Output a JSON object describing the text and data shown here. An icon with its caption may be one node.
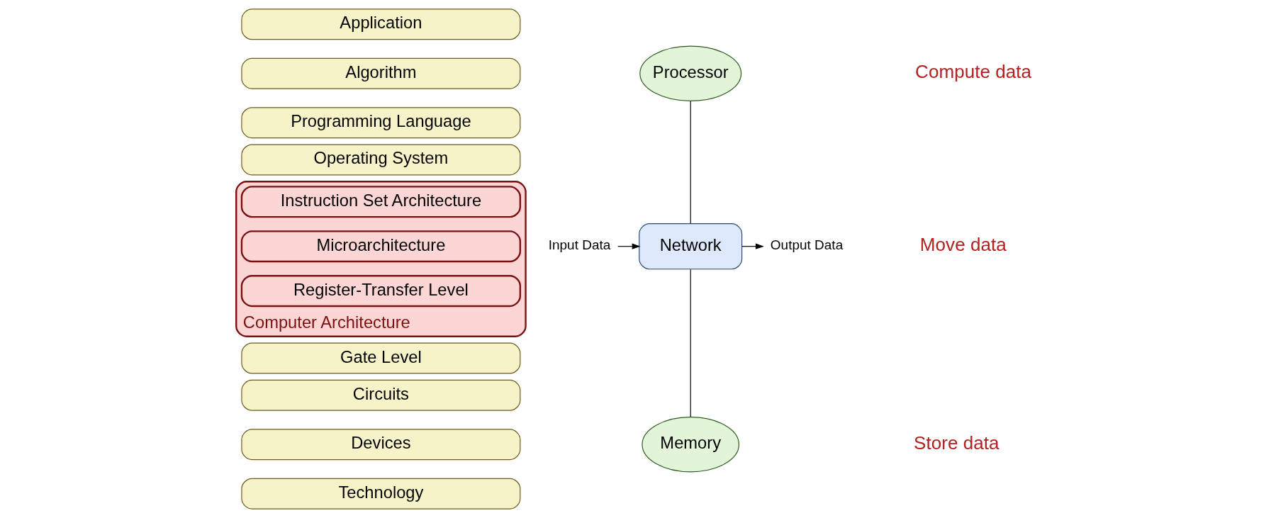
{
  "diagram": {
    "nodes": [
      {
        "text": [
          "Application"
        ]
      },
      {
        "text": [
          "Algorithm"
        ]
      },
      {
        "text": [
          "Programming Language"
        ]
      },
      {
        "text": [
          "Operating System"
        ]
      },
      {
        "text": [
          "Computer Architecture"
        ]
      },
      {
        "text": [
          "Instruction Set Architecture"
        ],
        "in": 4
      },
      {
        "text": [
          "Microarchitecture"
        ],
        "in": 4
      },
      {
        "text": [
          "Register-Transfer Level"
        ],
        "in": 4
      },
      {
        "text": [
          "Gate Level"
        ]
      },
      {
        "text": [
          "Circuits"
        ]
      },
      {
        "text": [
          "Devices"
        ]
      },
      {
        "text": [
          "Technology"
        ]
      },
      {
        "text": [
          "Processor"
        ]
      },
      {
        "text": [
          "Input Data"
        ]
      },
      {
        "text": [
          "Network"
        ]
      },
      {
        "text": [
          "Output Data"
        ]
      },
      {
        "text": [
          "Memory"
        ]
      }
    ],
    "edges": [
      {
        "from": 13,
        "to": 14,
        "arrow": "to"
      },
      {
        "from": 14,
        "to": 15,
        "arrow": "to"
      },
      {
        "from": 12,
        "to": 14,
        "arrow": "none"
      },
      {
        "from": 14,
        "to": 16,
        "arrow": "none"
      }
    ],
    "labels": [
      "Compute data",
      "Move data",
      "Store data"
    ]
  }
}
